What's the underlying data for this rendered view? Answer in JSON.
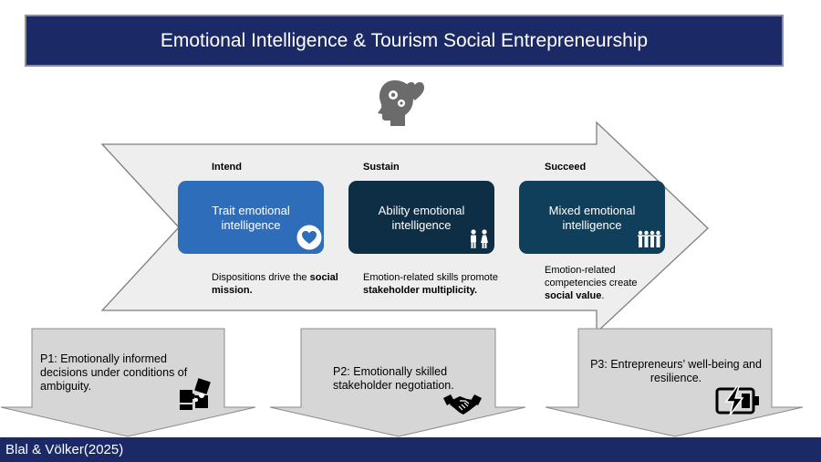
{
  "title": "Emotional Intelligence & Tourism Social Entrepreneurship",
  "footer": "Blal & Völker(2025)",
  "stages": [
    {
      "label": "Intend",
      "box": "Trait emotional intelligence",
      "desc_pre": "Dispositions drive the ",
      "desc_bold": "social mission.",
      "color": "#2e6dba",
      "icon": "heart-icon"
    },
    {
      "label": "Sustain",
      "box": "Ability emotional intelligence",
      "desc_pre": "Emotion-related skills promote ",
      "desc_bold": "stakeholder multiplicity.",
      "color": "#0e2e45",
      "icon": "two-people-icon"
    },
    {
      "label": "Succeed",
      "box": "Mixed emotional intelligence",
      "desc_pre": "Emotion-related competencies create ",
      "desc_bold": "social value",
      "desc_post": ".",
      "color": "#103f5c",
      "icon": "group-people-icon"
    }
  ],
  "propositions": [
    {
      "text": "P1: Emotionally informed decisions under conditions of ambiguity.",
      "icon": "puzzle-icon"
    },
    {
      "text": "P2: Emotionally skilled stakeholder negotiation.",
      "icon": "handshake-icon"
    },
    {
      "text": "P3: Entrepreneurs’ well-being and resilience.",
      "icon": "battery-icon"
    }
  ],
  "colors": {
    "navy": "#1b2a66",
    "arrow_fill": "#eeeeee",
    "down_arrow_fill": "#d6d6d6",
    "icon_gray": "#6b6b6b"
  }
}
